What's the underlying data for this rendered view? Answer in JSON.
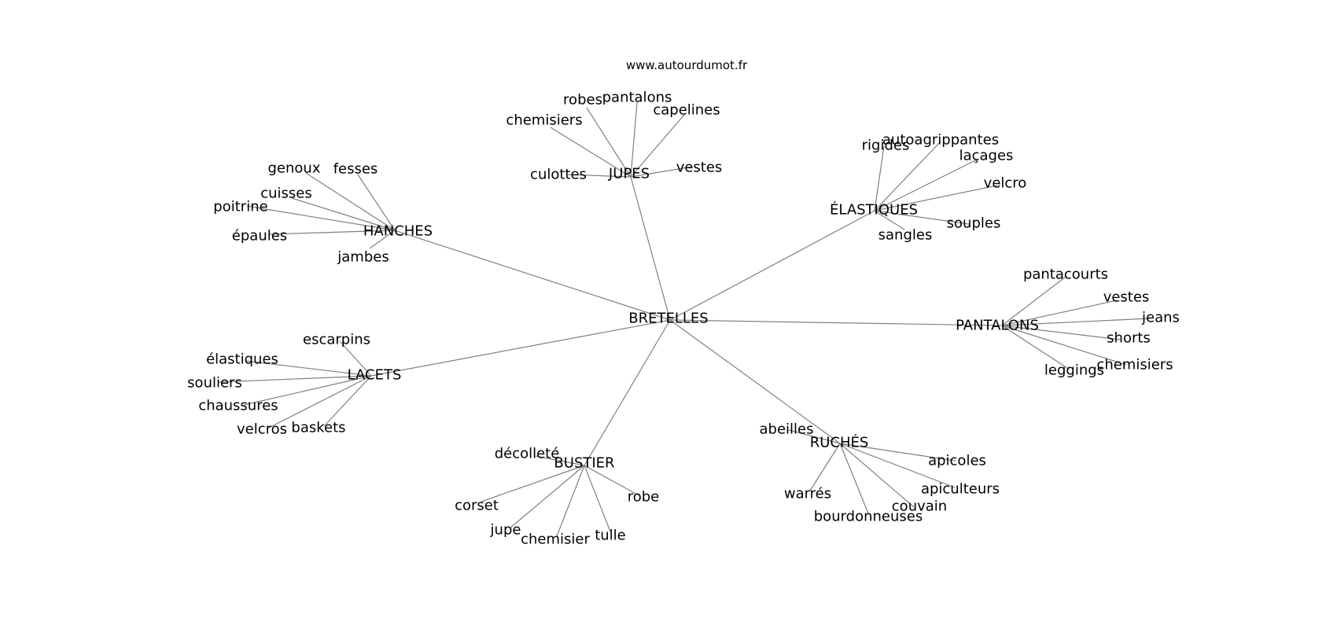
{
  "site": "www.autourdumot.fr",
  "center": "BRETELLES",
  "clusters": [
    {
      "hub": "JUPES",
      "words": [
        "robes",
        "pantalons",
        "capelines",
        "chemisiers",
        "vestes",
        "culottes"
      ]
    },
    {
      "hub": "HANCHES",
      "words": [
        "genoux",
        "fesses",
        "cuisses",
        "poitrine",
        "épaules",
        "jambes"
      ]
    },
    {
      "hub": "ÉLASTIQUES",
      "words": [
        "rigides",
        "autoagrippantes",
        "laçages",
        "velcro",
        "souples",
        "sangles"
      ]
    },
    {
      "hub": "PANTALONS",
      "words": [
        "pantacourts",
        "vestes",
        "jeans",
        "shorts",
        "chemisiers",
        "leggings"
      ]
    },
    {
      "hub": "LACETS",
      "words": [
        "escarpins",
        "élastiques",
        "souliers",
        "chaussures",
        "velcros",
        "baskets"
      ]
    },
    {
      "hub": "RUCHÉS",
      "words": [
        "abeilles",
        "apicoles",
        "apiculteurs",
        "couvain",
        "bourdonneuses",
        "warrés"
      ]
    },
    {
      "hub": "BUSTIER",
      "words": [
        "décolleté",
        "robe",
        "corset",
        "jupe",
        "chemisier",
        "tulle"
      ]
    }
  ]
}
